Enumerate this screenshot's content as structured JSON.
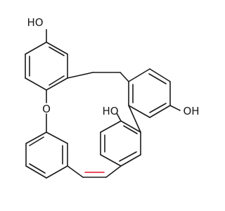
{
  "molecule": {
    "atom_labels": {
      "oh_top_left": "HO",
      "oh_right": "OH",
      "oh_center": "HO",
      "ether_oxygen": "O"
    },
    "colors": {
      "bond": "#1a1a1a",
      "cis_double_bond": "#e0142a",
      "background": "#ffffff"
    }
  }
}
